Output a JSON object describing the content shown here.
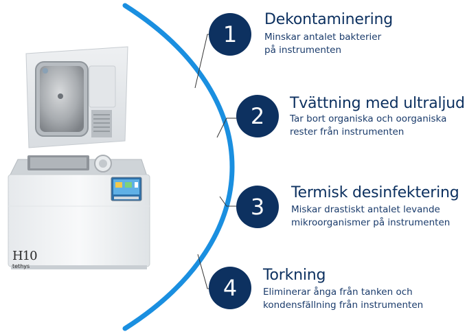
{
  "device": {
    "logo_model": "H10",
    "logo_brand": "tethys"
  },
  "steps": [
    {
      "number": "1",
      "title": "Dekontaminering",
      "lines": [
        "Minskar antalet bakterier",
        "på instrumenten"
      ]
    },
    {
      "number": "2",
      "title": "Tvättning med ultraljud",
      "lines": [
        "Tar bort organiska och oorganiska",
        "rester från instrumenten"
      ]
    },
    {
      "number": "3",
      "title": "Termisk desinfektering",
      "lines": [
        "Miskar drastiskt antalet levande",
        "mikroorganismer på instrumenten"
      ]
    },
    {
      "number": "4",
      "title": "Torkning",
      "lines": [
        "Eliminerar ånga från tanken och",
        "kondensfällning från instrumenten"
      ]
    }
  ],
  "colors": {
    "arc": "#1a8fe0",
    "badge": "#0d3160",
    "text": "#0d3160"
  }
}
